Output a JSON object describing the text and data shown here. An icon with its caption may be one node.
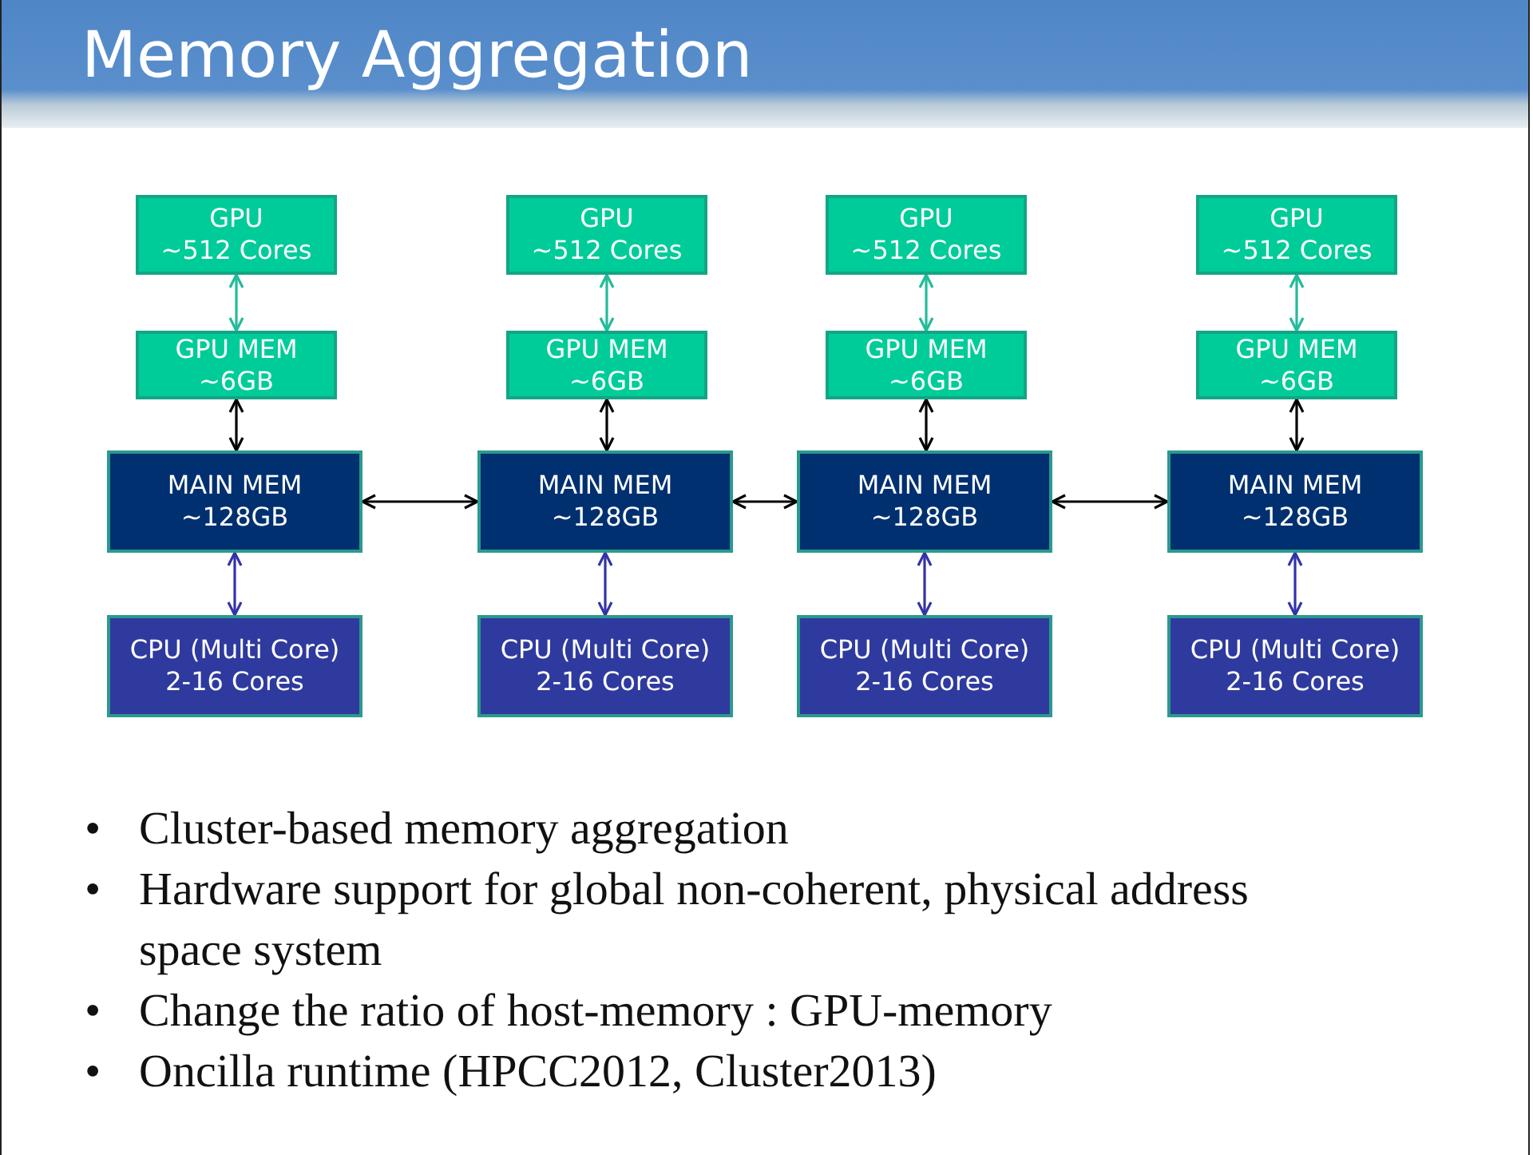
{
  "diagram": {
    "title": "Memory Aggregation",
    "nodes": [
      {
        "text": [
          "GPU",
          "~512 Cores"
        ]
      },
      {
        "text": [
          "GPU",
          "~512 Cores"
        ]
      },
      {
        "text": [
          "GPU",
          "~512 Cores"
        ]
      },
      {
        "text": [
          "GPU",
          "~512 Cores"
        ]
      },
      {
        "text": [
          "GPU MEM",
          "~6GB"
        ]
      },
      {
        "text": [
          "GPU MEM",
          "~6GB"
        ]
      },
      {
        "text": [
          "GPU MEM",
          "~6GB"
        ]
      },
      {
        "text": [
          "GPU MEM",
          "~6GB"
        ]
      },
      {
        "text": [
          "MAIN MEM",
          "~128GB"
        ]
      },
      {
        "text": [
          "MAIN MEM",
          "~128GB"
        ]
      },
      {
        "text": [
          "MAIN MEM",
          "~128GB"
        ]
      },
      {
        "text": [
          "MAIN MEM",
          "~128GB"
        ]
      },
      {
        "text": [
          "CPU (Multi Core)",
          "2-16 Cores"
        ]
      },
      {
        "text": [
          "CPU (Multi Core)",
          "2-16 Cores"
        ]
      },
      {
        "text": [
          "CPU (Multi Core)",
          "2-16 Cores"
        ]
      },
      {
        "text": [
          "CPU (Multi Core)",
          "2-16 Cores"
        ]
      }
    ],
    "edges": [
      {
        "from": 0,
        "to": 4,
        "arrow": "both",
        "color": "#22bb99"
      },
      {
        "from": 1,
        "to": 5,
        "arrow": "both",
        "color": "#22bb99"
      },
      {
        "from": 2,
        "to": 6,
        "arrow": "both",
        "color": "#22bb99"
      },
      {
        "from": 3,
        "to": 7,
        "arrow": "both",
        "color": "#22bb99"
      },
      {
        "from": 4,
        "to": 8,
        "arrow": "both"
      },
      {
        "from": 5,
        "to": 9,
        "arrow": "both"
      },
      {
        "from": 6,
        "to": 10,
        "arrow": "both"
      },
      {
        "from": 7,
        "to": 11,
        "arrow": "both"
      },
      {
        "from": 8,
        "to": 9,
        "arrow": "both"
      },
      {
        "from": 9,
        "to": 10,
        "arrow": "both"
      },
      {
        "from": 10,
        "to": 11,
        "arrow": "both"
      },
      {
        "from": 8,
        "to": 12,
        "arrow": "both",
        "color": "#3333aa"
      },
      {
        "from": 9,
        "to": 13,
        "arrow": "both",
        "color": "#3333aa"
      },
      {
        "from": 10,
        "to": 14,
        "arrow": "both",
        "color": "#3333aa"
      },
      {
        "from": 11,
        "to": 15,
        "arrow": "both",
        "color": "#3333aa"
      }
    ],
    "labels": [
      "•",
      "Cluster-based memory aggregation",
      "•",
      "Hardware support for global non-coherent, physical address space system",
      "•",
      "Change the ratio of host-memory : GPU-memory",
      "•",
      "Oncilla runtime (HPCC2012, Cluster2013)"
    ]
  }
}
